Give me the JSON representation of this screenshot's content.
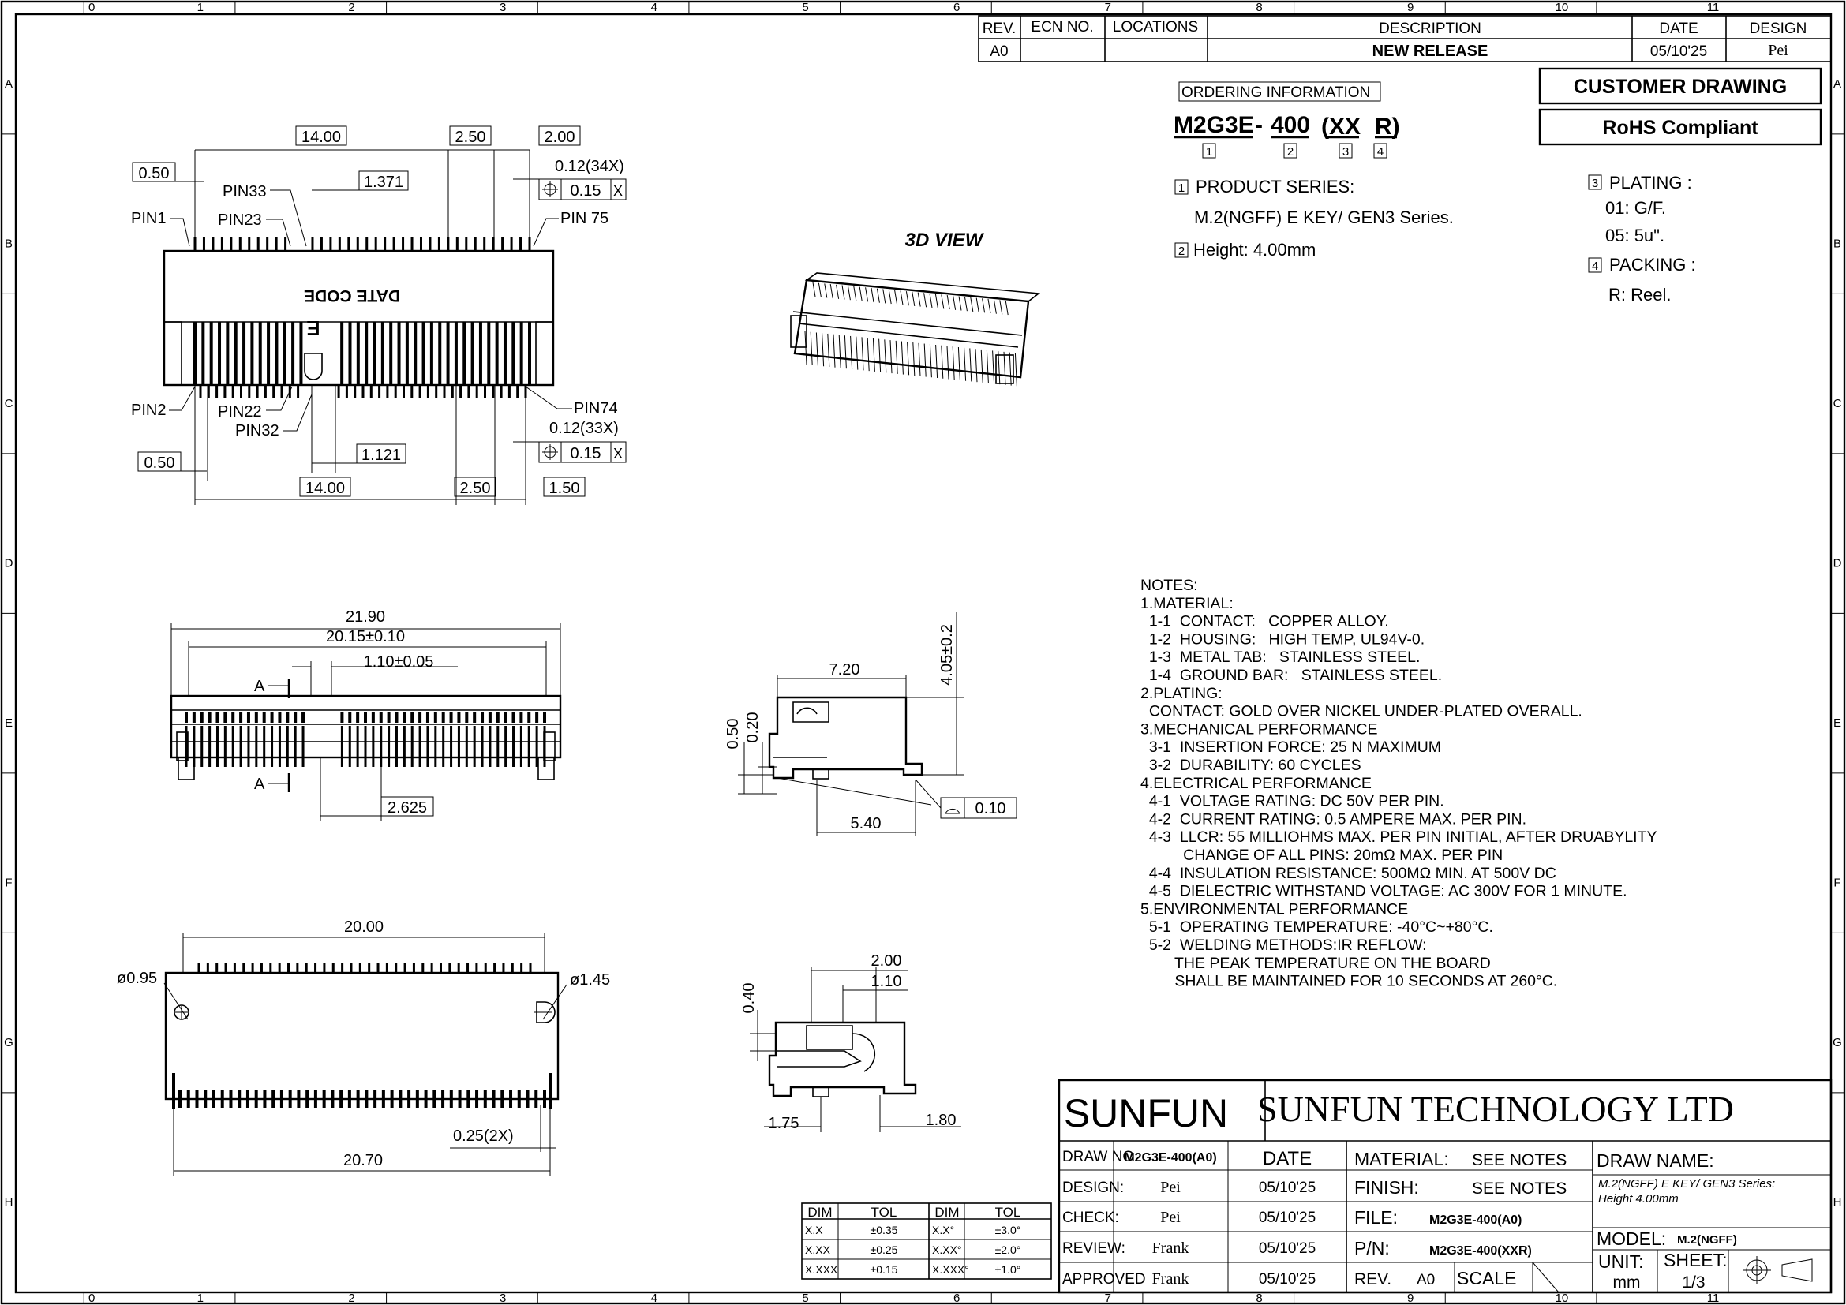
{
  "grid": {
    "columns": [
      "0",
      "1",
      "2",
      "3",
      "4",
      "5",
      "6",
      "7",
      "8",
      "9",
      "10",
      "11"
    ],
    "rows": [
      "A",
      "B",
      "C",
      "D",
      "E",
      "F",
      "G",
      "H"
    ]
  },
  "revision": {
    "headers": [
      "REV.",
      "ECN NO.",
      "LOCATIONS",
      "DESCRIPTION",
      "DATE",
      "DESIGN"
    ],
    "row": {
      "rev": "A0",
      "ecn": "",
      "locations": "",
      "description": "NEW RELEASE",
      "date": "05/10'25",
      "design": "Pei"
    }
  },
  "ordering": {
    "label": "ORDERING INFORMATION",
    "part_a": "M2G3E",
    "dash1": "-",
    "part_b": "400",
    "part_c": "(XX",
    "part_d": "R)",
    "markers": [
      "1",
      "2",
      "3",
      "4"
    ],
    "product_series_label": "PRODUCT SERIES:",
    "product_series_value": "M.2(NGFF) E KEY/ GEN3 Series.",
    "height_label": "Height: 4.00mm",
    "plating_label": "PLATING :",
    "plating_01": "01:  G/F.",
    "plating_05": "05:  5u\".",
    "packing_label": "PACKING :",
    "packing_r": "R:  Reel."
  },
  "badges": {
    "customer": "CUSTOMER DRAWING",
    "rohs": "RoHS Compliant"
  },
  "view3d_label": "3D VIEW",
  "top_view": {
    "dims_top": [
      "14.00",
      "2.50",
      "2.00"
    ],
    "dim_050_top": "0.50",
    "dim_1371": "1.371",
    "tol_top": "0.12(34X)",
    "tol_top_val": "0.15",
    "datum": "X",
    "pins_top": [
      "PIN33",
      "PIN1",
      "PIN23",
      "PIN 75"
    ],
    "pins_bottom": [
      "PIN2",
      "PIN22",
      "PIN32",
      "PIN74"
    ],
    "tol_bot": "0.12(33X)",
    "tol_bot_val": "0.15",
    "dim_050_bot": "0.50",
    "dim_1121": "1.121",
    "dims_bottom": [
      "14.00",
      "2.50",
      "1.50"
    ],
    "body_text": "DATE CODE",
    "key_mark": "E"
  },
  "front_view": {
    "dims": [
      "21.90",
      "20.15±0.10",
      "1.10±0.05",
      "2.625"
    ],
    "section": "A"
  },
  "side_view": {
    "dims": [
      "7.20",
      "4.05±0.2",
      "0.50",
      "0.20",
      "5.40",
      "0.10"
    ]
  },
  "section_view": {
    "dims": [
      "2.00",
      "1.10",
      "0.40",
      "1.75",
      "1.80"
    ]
  },
  "bottom_view": {
    "dims": [
      "20.00",
      "ø0.95",
      "ø1.45",
      "0.25(2X)",
      "20.70"
    ]
  },
  "notes": {
    "lines": [
      "NOTES:",
      "1.MATERIAL:",
      "  1-1  CONTACT:   COPPER ALLOY.",
      "  1-2  HOUSING:   HIGH TEMP, UL94V-0.",
      "  1-3  METAL TAB:   STAINLESS STEEL.",
      "  1-4  GROUND BAR:   STAINLESS STEEL.",
      "2.PLATING:",
      "  CONTACT: GOLD OVER NICKEL UNDER-PLATED OVERALL.",
      "3.MECHANICAL PERFORMANCE",
      "  3-1  INSERTION FORCE: 25 N MAXIMUM",
      "  3-2  DURABILITY: 60 CYCLES",
      "4.ELECTRICAL PERFORMANCE",
      "  4-1  VOLTAGE RATING: DC 50V PER PIN.",
      "  4-2  CURRENT RATING: 0.5 AMPERE MAX. PER PIN.",
      "  4-3  LLCR: 55 MILLIOHMS MAX. PER PIN INITIAL, AFTER DRUABYLITY",
      "          CHANGE OF ALL PINS: 20mΩ MAX. PER PIN",
      "  4-4  INSULATION RESISTANCE: 500MΩ MIN. AT 500V DC",
      "  4-5  DIELECTRIC WITHSTAND VOLTAGE: AC 300V FOR 1 MINUTE.",
      "5.ENVIRONMENTAL PERFORMANCE",
      "  5-1  OPERATING TEMPERATURE: -40°C~+80°C.",
      "  5-2  WELDING METHODS:IR REFLOW:",
      "        THE PEAK TEMPERATURE ON THE BOARD",
      "        SHALL BE MAINTAINED FOR 10 SECONDS AT 260°C."
    ]
  },
  "tolerance": {
    "headers": [
      "DIM",
      "TOL",
      "DIM",
      "TOL"
    ],
    "rows": [
      [
        "X.X",
        "±0.35",
        "X.X°",
        "±3.0°"
      ],
      [
        "X.XX",
        "±0.25",
        "X.XX°",
        "±2.0°"
      ],
      [
        "X.XXX",
        "±0.15",
        "X.XXX°",
        "±1.0°"
      ]
    ]
  },
  "title_block": {
    "logo": "SUNFUN",
    "company": "SUNFUN TECHNOLOGY LTD",
    "draw_no_label": "DRAW NO.",
    "draw_no": "M2G3E-400(A0)",
    "date_label": "DATE",
    "design_label": "DESIGN:",
    "design": "Pei",
    "design_date": "05/10'25",
    "check_label": "CHECK:",
    "check": "Pei",
    "check_date": "05/10'25",
    "review_label": "REVIEW:",
    "review": "Frank",
    "review_date": "05/10'25",
    "approved_label": "APPROVED",
    "approved": "Frank",
    "approved_date": "05/10'25",
    "material_label": "MATERIAL:",
    "material": "SEE NOTES",
    "finish_label": "FINISH:",
    "finish": "SEE NOTES",
    "file_label": "FILE:",
    "file": "M2G3E-400(A0)",
    "pn_label": "P/N:",
    "pn": "M2G3E-400(XXR)",
    "rev_label": "REV.",
    "rev": "A0",
    "scale_label": "SCALE",
    "draw_name_label": "DRAW NAME:",
    "draw_name_1": "M.2(NGFF) E KEY/ GEN3 Series:",
    "draw_name_2": "Height 4.00mm",
    "model_label": "MODEL:",
    "model": "M.2(NGFF)",
    "unit_label": "UNIT:",
    "unit": "mm",
    "sheet_label": "SHEET:",
    "sheet": "1/3"
  }
}
